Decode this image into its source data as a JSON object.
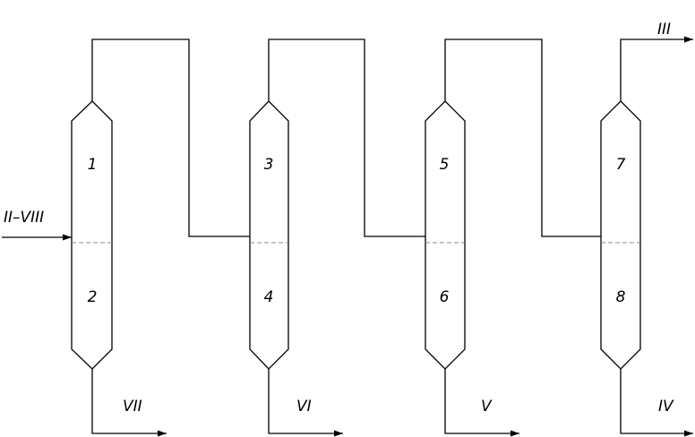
{
  "feed_label": "II–VIII",
  "overhead_label": "III",
  "columns": [
    {
      "top": "1",
      "bottom": "2",
      "bottoms_label": "VII"
    },
    {
      "top": "3",
      "bottom": "4",
      "bottoms_label": "VI"
    },
    {
      "top": "5",
      "bottom": "6",
      "bottoms_label": "V"
    },
    {
      "top": "7",
      "bottom": "8",
      "bottoms_label": "IV"
    }
  ]
}
